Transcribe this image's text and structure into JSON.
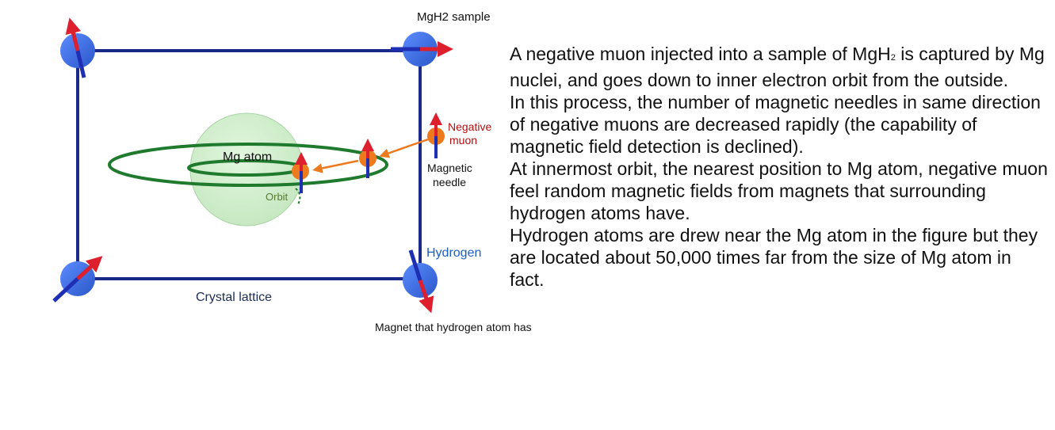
{
  "labels": {
    "sample": "MgH2 sample",
    "mg_atom": "Mg atom",
    "orbit": "Orbit",
    "negative_muon_line1": "Negative",
    "negative_muon_line2": "muon",
    "magnetic_needle_line1": "Magnetic",
    "magnetic_needle_line2": "needle",
    "hydrogen": "Hydrogen",
    "crystal_lattice": "Crystal lattice",
    "hydrogen_magnet": "Magnet that hydrogen atom has"
  },
  "text": {
    "p1_pre": "A negative muon injected into a sample of MgH",
    "p1_sub": "2",
    "p1_post": " is captured by Mg nuclei, and goes down to inner electron orbit from the outside.",
    "p2": "In this process, the number of magnetic needles in same direction of negative muons are decreased rapidly (the capability of magnetic field detection is declined).",
    "p3": "At innermost orbit, the nearest position to Mg atom, negative muon feel random magnetic fields from magnets that surrounding hydrogen atoms have.",
    "p4": "Hydrogen atoms are drew near the Mg atom in the figure but they are located about 50,000 times far from the size of Mg atom in fact."
  },
  "colors": {
    "lattice": "#1b2a8a",
    "orbit": "#1f7a2e",
    "atom_fill": "#cdeccb",
    "hydrogen_atom": "#3a6fe0",
    "muon": "#ee7a1e",
    "arrow_red": "#dd1f2e",
    "arrow_blue": "#1f2fb4",
    "path_arrow": "#ee7a1e",
    "negative_muon_label": "#b01010",
    "hydrogen_label": "#1a5ec0",
    "orbit_label": "#5a7a30"
  }
}
